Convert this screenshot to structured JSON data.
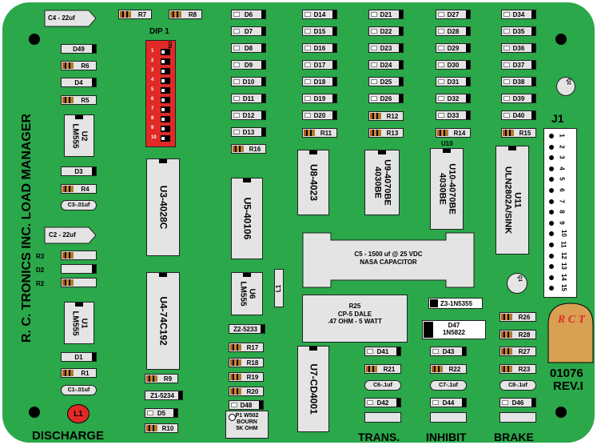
{
  "board": {
    "side_title": "R. C. TRONICS INC. LOAD MANAGER",
    "dip_label": "DIP 1",
    "dip_on": "ON",
    "dip_numbers": [
      "1",
      "2",
      "3",
      "4",
      "5",
      "6",
      "7",
      "8",
      "9",
      "10"
    ],
    "j1_label": "J1",
    "j1_pins": [
      "1",
      "2",
      "3",
      "4",
      "5",
      "6",
      "7",
      "8",
      "9",
      "10",
      "11",
      "12",
      "13",
      "14",
      "15"
    ],
    "part_number": "01076",
    "revision": "REV.I",
    "logo_text": "R C T",
    "labels": {
      "discharge": "DISCHARGE",
      "trans": "TRANS.",
      "inhibit": "INHIBIT",
      "brake": "BRAKE",
      "l1_badge": "L1",
      "u10": "U10"
    }
  },
  "components": {
    "c4": "C4 - 22uf",
    "c2": "C2 - 22uf",
    "r7": "R7",
    "r8": "R8",
    "d49": "D49",
    "r6": "R6",
    "d4": "D4",
    "r5": "R5",
    "d3": "D3",
    "r4": "R4",
    "c3": "C3-.01uf",
    "r3": "R3",
    "d2": "D2",
    "r2": "R2",
    "d1": "D1",
    "r1": "R1",
    "c1": "C1-.01uf",
    "u2": "U2\nLM555",
    "u1": "U1\nLM555",
    "u3": "U3-4028C",
    "u4": "U4-74C192",
    "r9": "R9",
    "z1": "Z1-5234",
    "d5": "D5",
    "r10": "R10",
    "d6": "D6",
    "d7": "D7",
    "d8": "D8",
    "d9": "D9",
    "d10": "D10",
    "d11": "D11",
    "d12": "D12",
    "d13": "D13",
    "r16": "R16",
    "u5": "U5-40106",
    "u6": "U6\nLM555",
    "l1": "L1",
    "z2": "Z2-5233",
    "r17": "R17",
    "r18": "R18",
    "r19": "R19",
    "r20": "R20",
    "d48": "D48",
    "p1": "P1 W502\nBOURN\n5K OHM",
    "d14": "D14",
    "d15": "D15",
    "d16": "D16",
    "d17": "D17",
    "d18": "D18",
    "d19": "D19",
    "d20": "D20",
    "r11": "R11",
    "u8": "U8-4023",
    "d21": "D21",
    "d22": "D22",
    "d23": "D23",
    "d24": "D24",
    "d25": "D25",
    "d26": "D26",
    "r12": "R12",
    "r13": "R13",
    "u9": "U9-4070BE\n4030BE",
    "d27": "D27",
    "d28": "D28",
    "d29": "D29",
    "d30": "D30",
    "d31": "D31",
    "d32": "D32",
    "d33": "D33",
    "r14": "R14",
    "u10": "U10-4070BE\n4030BE",
    "d34": "D34",
    "d35": "D35",
    "d36": "D36",
    "d37": "D37",
    "d38": "D38",
    "d39": "D39",
    "d40": "D40",
    "r15": "R15",
    "u11": "U11\nULN2802A/SINK",
    "c5": "C5 - 1500 uf @ 25 VDC\nNASA CAPACITOR",
    "r25": "R25\nCP-5 DALE\n.47 OHM - 5 WATT",
    "u7": "U7-CD4001",
    "z3": "Z3-1N5355",
    "d47": "D47\n1N5822",
    "q1": "Q1",
    "q2": "Q2",
    "d41": "D41",
    "r21": "R21",
    "c6": "C6-.1uf",
    "d42": "D42",
    "d43": "D43",
    "r22": "R22",
    "c7": "C7-.1uf",
    "d44": "D44",
    "r26": "R26",
    "r28": "R28",
    "r27": "R27",
    "r23": "R23",
    "c8": "C8-.1uf",
    "d46": "D46"
  }
}
